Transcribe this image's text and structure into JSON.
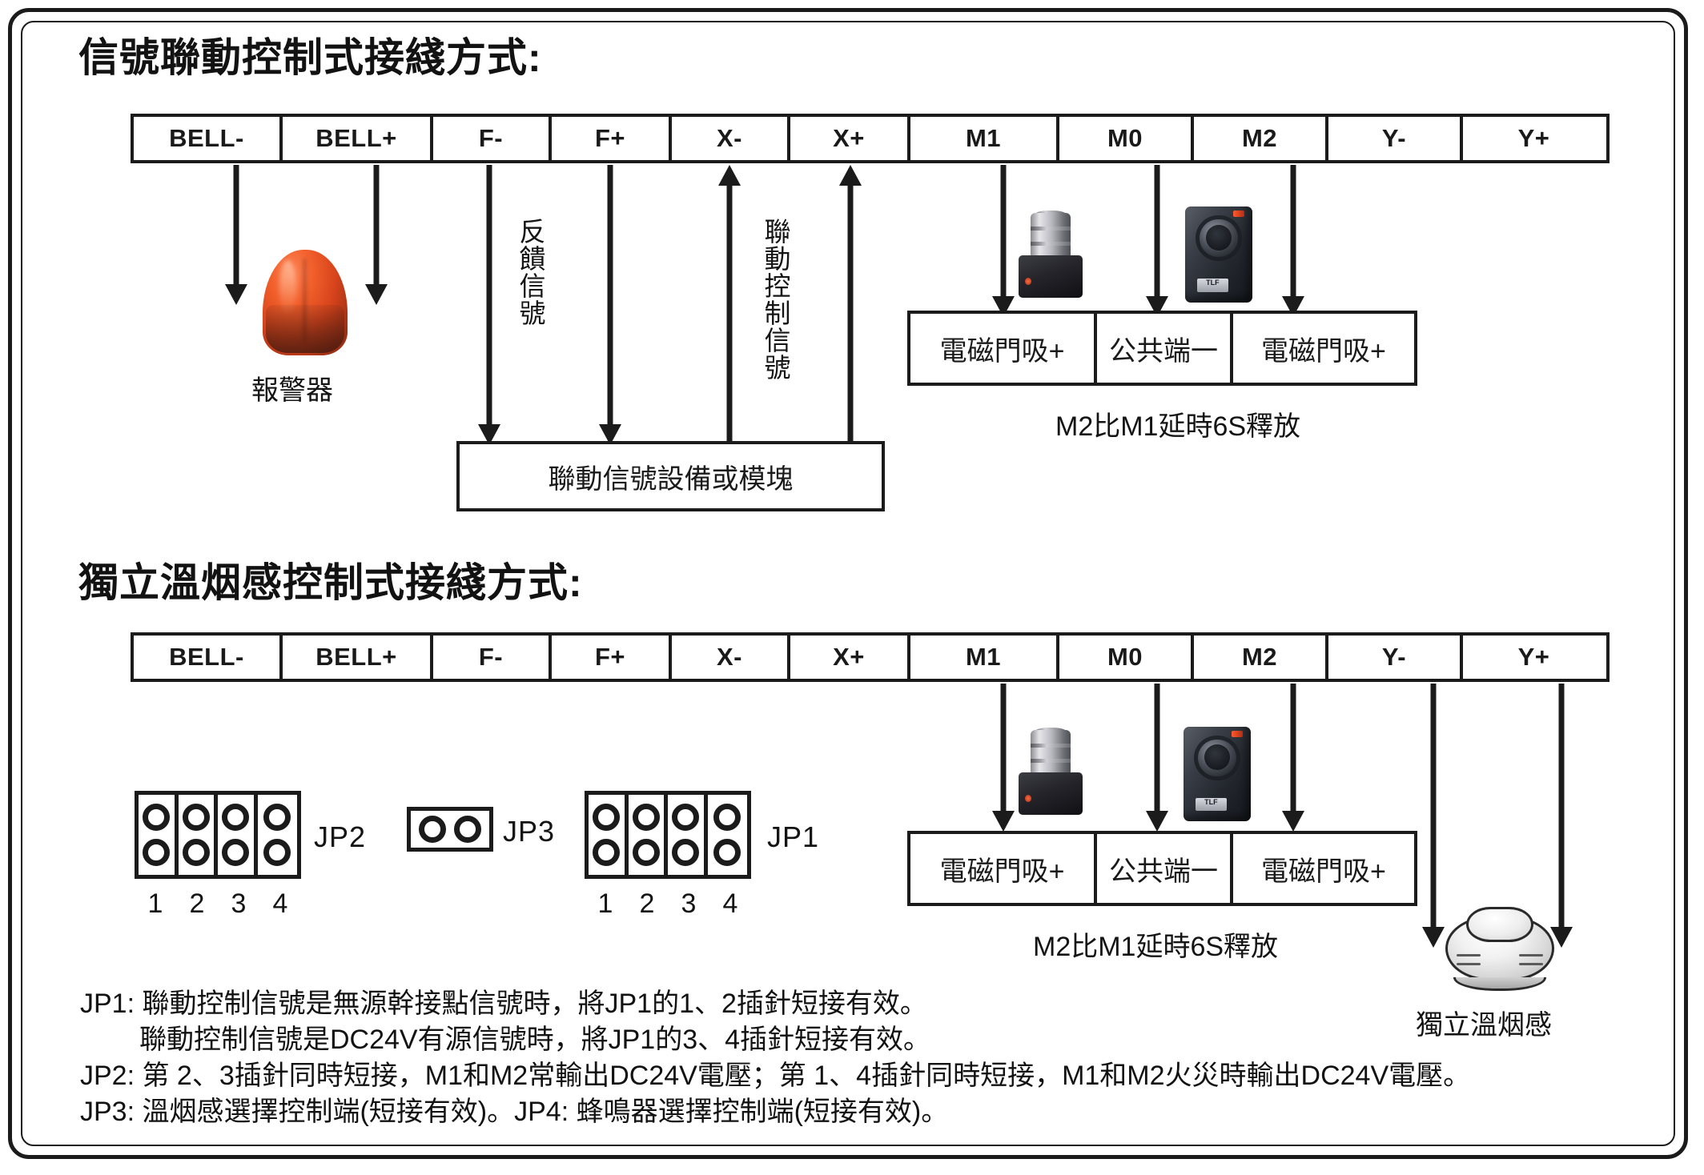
{
  "sections": [
    {
      "id": "linkage",
      "title": "信號聯動控制式接綫方式:",
      "terminals": [
        "BELL-",
        "BELL+",
        "F-",
        "F+",
        "X-",
        "X+",
        "M1",
        "M0",
        "M2",
        "Y-",
        "Y+"
      ],
      "alarm_label": "報警器",
      "vlabels": [
        "反饋信號",
        "聯動控制信號"
      ],
      "module_box": "聯動信號設備或模塊",
      "device_boxes": [
        "電磁門吸+",
        "公共端一",
        "電磁門吸+"
      ],
      "device_caption": "M2比M1延時6S釋放"
    },
    {
      "id": "standalone",
      "title": "獨立溫烟感控制式接綫方式:",
      "terminals": [
        "BELL-",
        "BELL+",
        "F-",
        "F+",
        "X-",
        "X+",
        "M1",
        "M0",
        "M2",
        "Y-",
        "Y+"
      ],
      "device_boxes": [
        "電磁門吸+",
        "公共端一",
        "電磁門吸+"
      ],
      "device_caption": "M2比M1延時6S釋放",
      "detector_label": "獨立溫烟感",
      "jumpers": [
        {
          "name": "JP2",
          "pins": 4,
          "rows": 2,
          "pin_numbers": [
            "1",
            "2",
            "3",
            "4"
          ]
        },
        {
          "name": "JP3",
          "pins": 2,
          "rows": 1,
          "pin_numbers": []
        },
        {
          "name": "JP1",
          "pins": 4,
          "rows": 2,
          "pin_numbers": [
            "1",
            "2",
            "3",
            "4"
          ]
        }
      ]
    }
  ],
  "notes": {
    "jp1_line1": "JP1: 聯動控制信號是無源幹接點信號時，將JP1的1、2插針短接有效。",
    "jp1_line2": "聯動控制信號是DC24V有源信號時，將JP1的3、4插針短接有效。",
    "jp2_line": "JP2: 第 2、3插針同時短接，M1和M2常輸出DC24V電壓；第 1、4插針同時短接，M1和M2火災時輸出DC24V電壓。",
    "jp3_line": "JP3: 溫烟感選擇控制端(短接有效)。JP4: 蜂鳴器選擇控制端(短接有效)。"
  },
  "device_plate_text": "TLF",
  "colors": {
    "ink": "#1b1b1b",
    "alarm_red": "#d8441c",
    "paper": "#ffffff"
  }
}
